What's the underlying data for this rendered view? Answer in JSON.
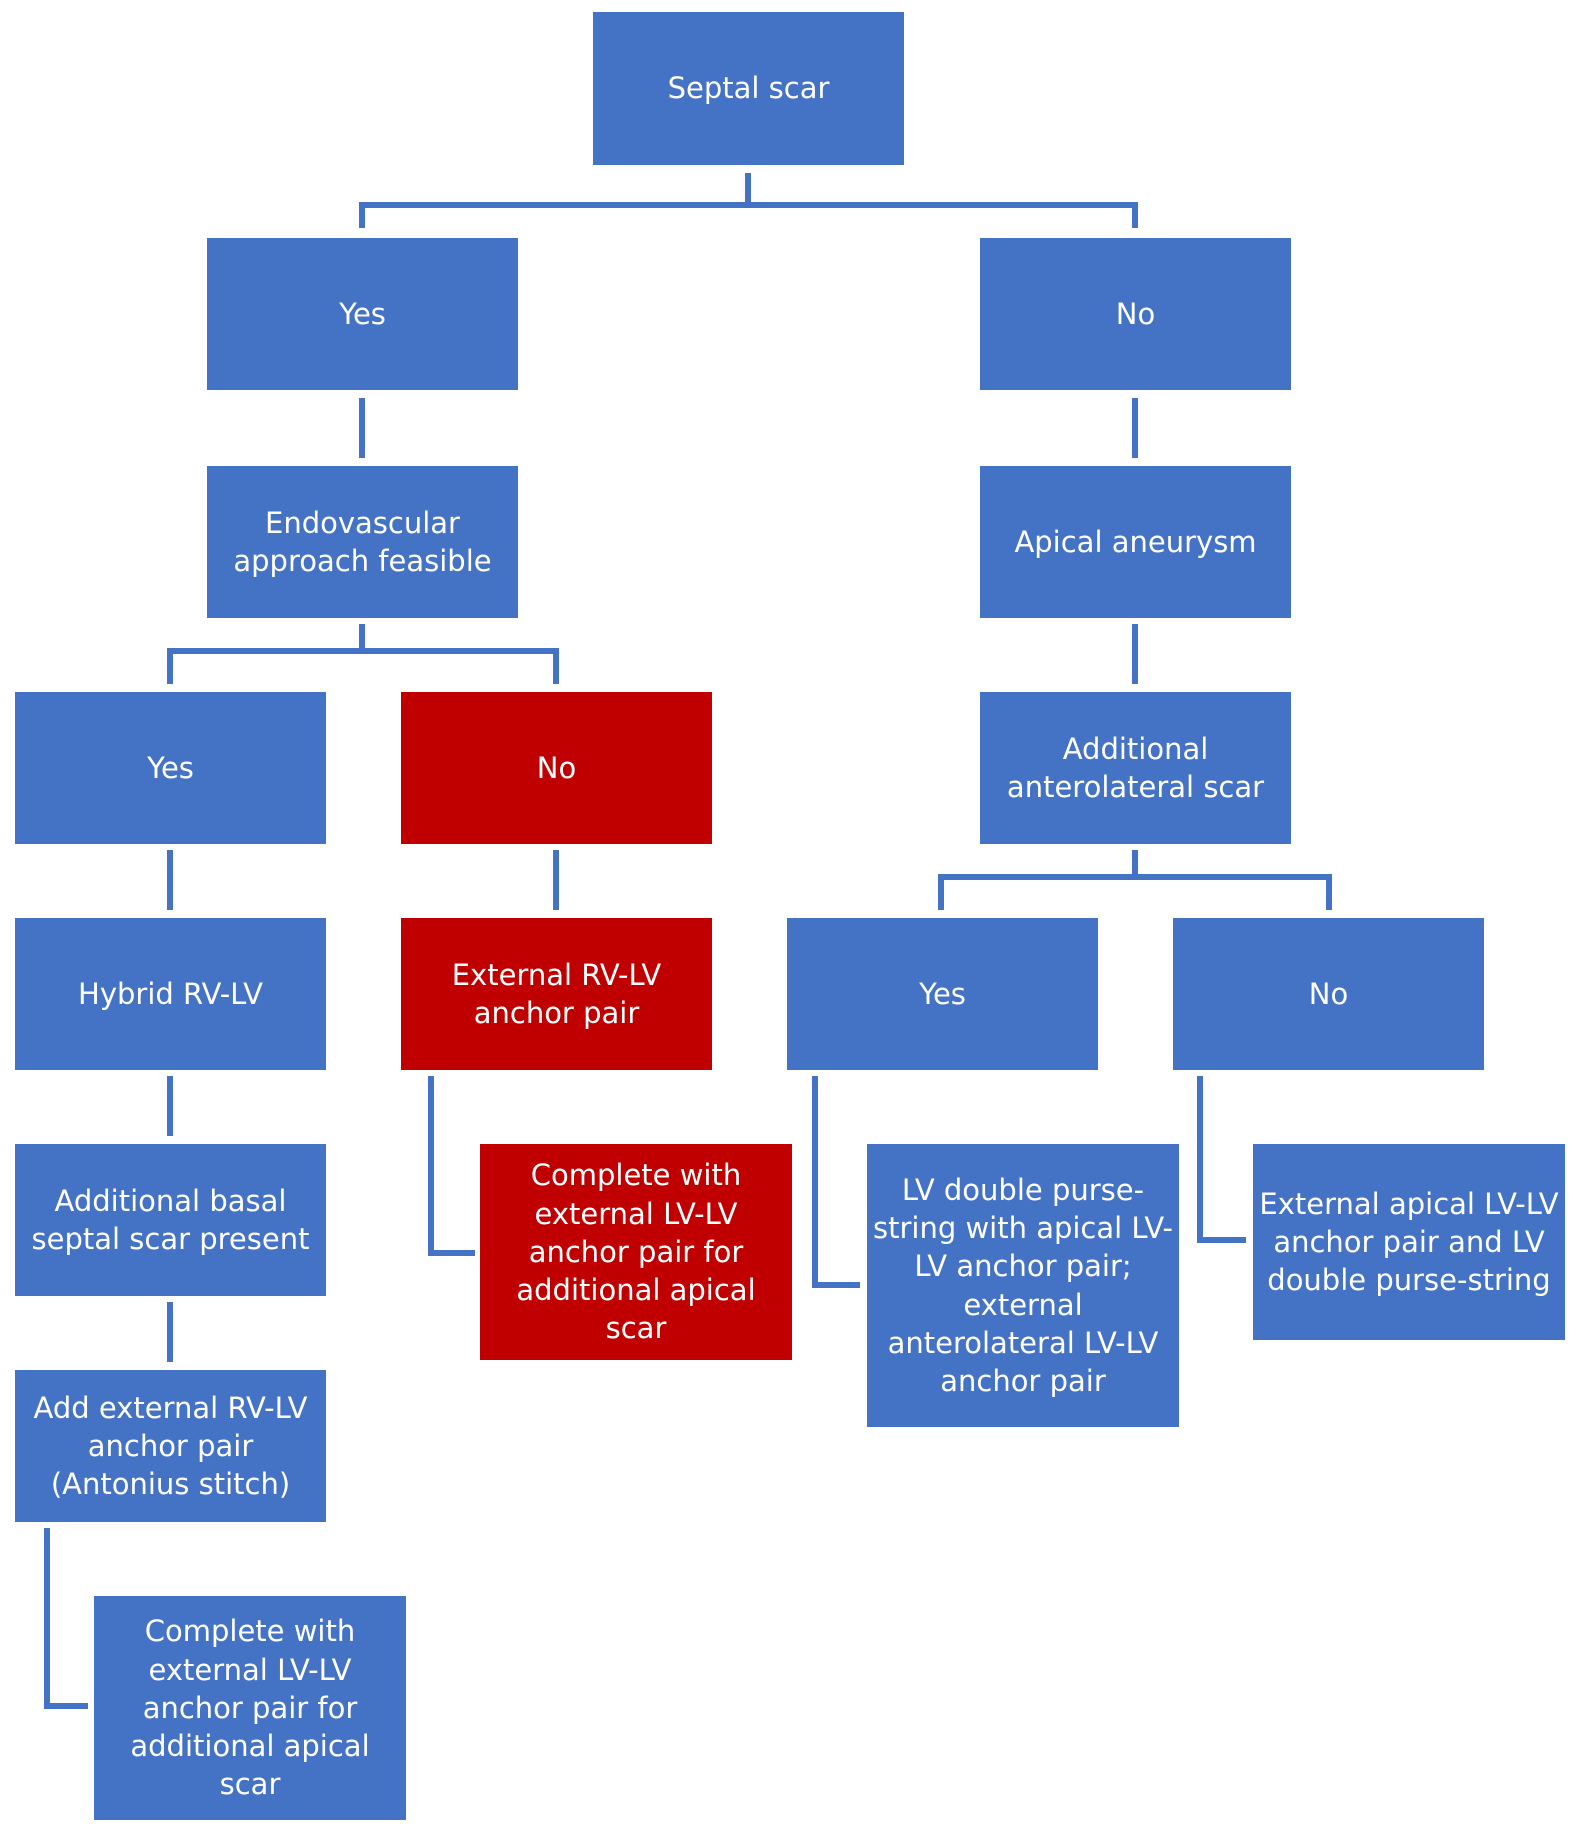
{
  "colors": {
    "node_blue": "#4472C4",
    "node_red": "#C00000",
    "connector": "#4472C4"
  },
  "nodes": {
    "septal_scar": "Septal scar",
    "yes_top": "Yes",
    "no_top": "No",
    "endovascular": "Endovascular\napproach feasible",
    "apical_aneurysm": "Apical aneurysm",
    "yes_endo": "Yes",
    "no_endo": "No",
    "additional_anterolateral": "Additional\nanterolateral scar",
    "hybrid": "Hybrid RV-LV",
    "external_rvlv": "External RV-LV\nanchor pair",
    "yes_antero": "Yes",
    "no_antero": "No",
    "additional_basal": "Additional basal\nseptal scar present",
    "complete_red": "Complete with\nexternal LV-LV\nanchor pair for\nadditional apical scar",
    "lv_double": "LV double purse-\nstring with apical LV-\nLV anchor pair;\nexternal\nanterolateral LV-LV\nanchor pair",
    "external_apical": "External apical LV-LV\nanchor pair and LV\ndouble purse-string",
    "add_external": "Add external RV-LV\nanchor pair\n(Antonius stitch)",
    "complete_blue": "Complete with\nexternal LV-LV\nanchor pair for\nadditional apical scar"
  }
}
